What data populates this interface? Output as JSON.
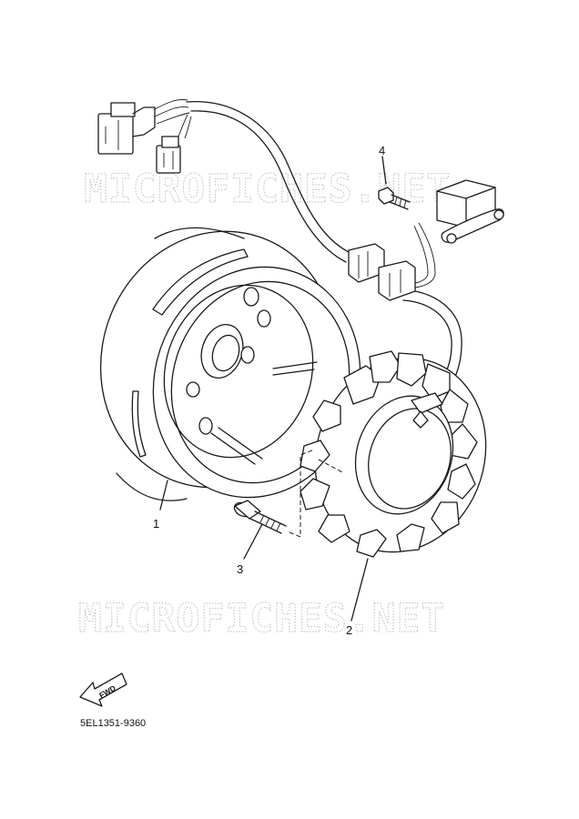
{
  "watermarks": [
    "MICROFICHES.NET",
    "MICROFICHES.NET"
  ],
  "callouts": [
    {
      "id": "1",
      "label": "1"
    },
    {
      "id": "2",
      "label": "2"
    },
    {
      "id": "3",
      "label": "3"
    },
    {
      "id": "4",
      "label": "4"
    }
  ],
  "direction_marker": "FWD",
  "diagram_code": "5EL1351-9360",
  "colors": {
    "line": "#1a1a1a",
    "watermark": "#c9c9c9",
    "background": "#ffffff"
  }
}
